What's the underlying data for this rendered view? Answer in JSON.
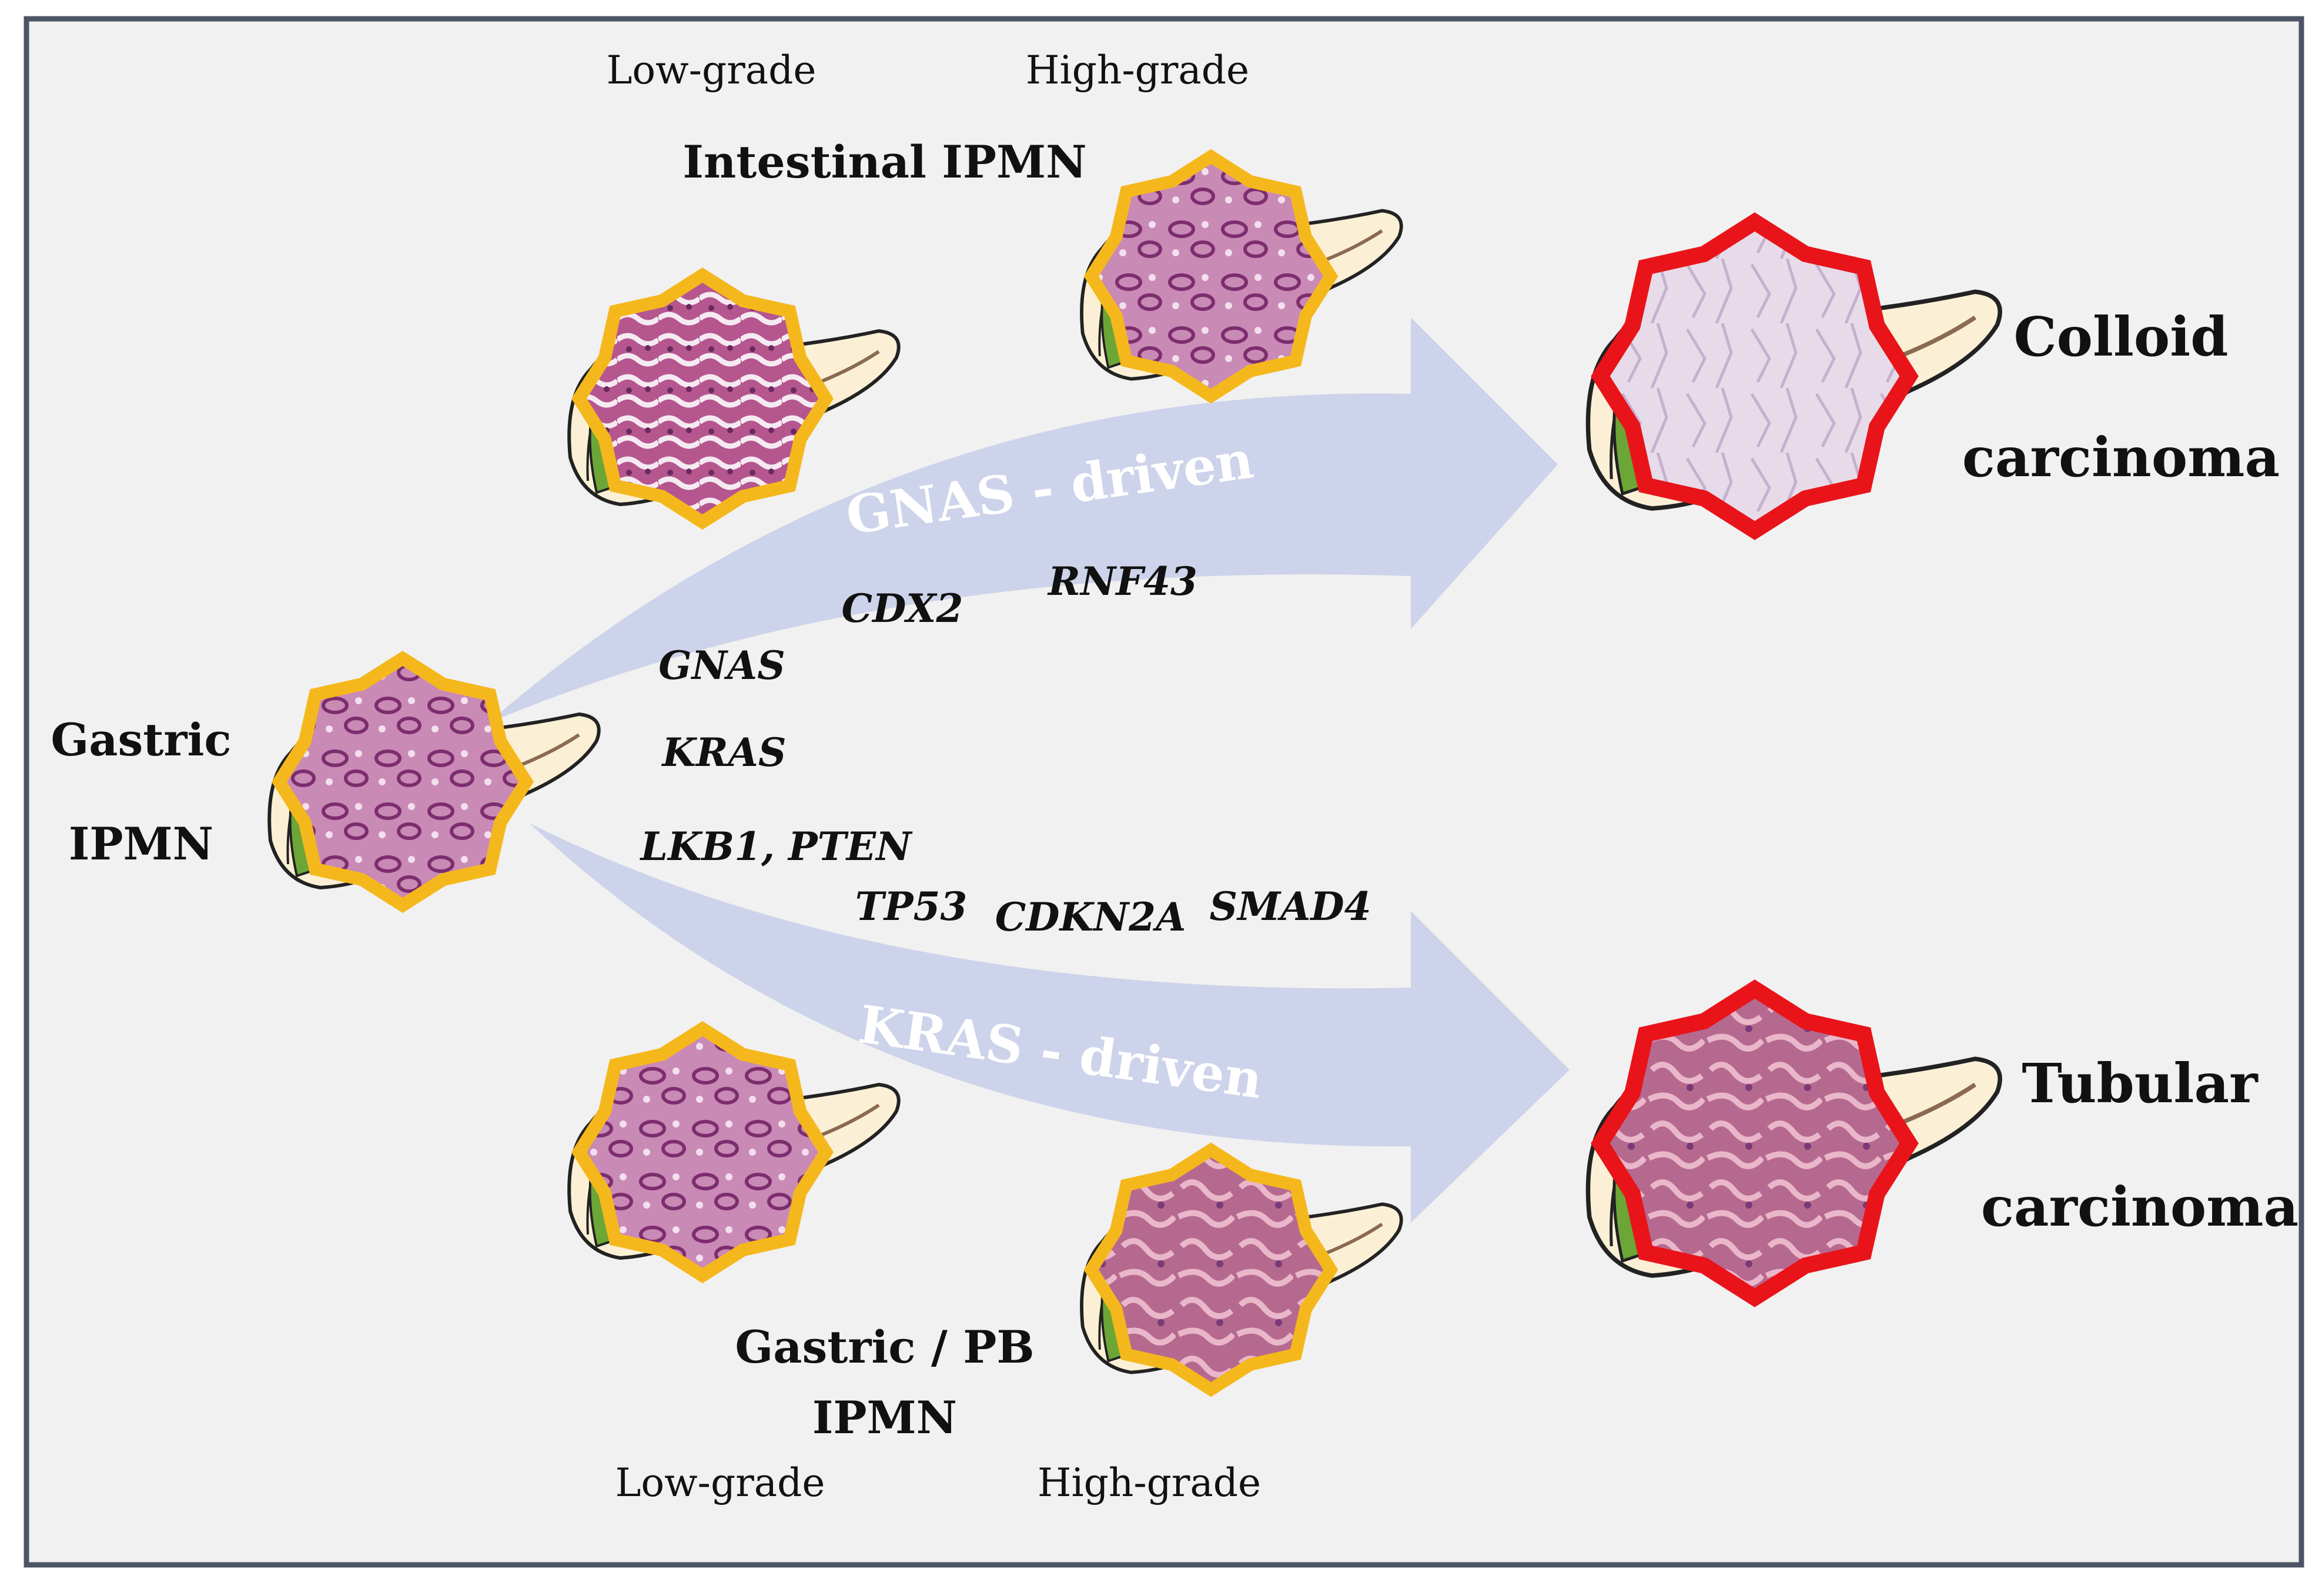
{
  "colors": {
    "background": "#f1f1f1",
    "frame": "#4c5563",
    "arrow": "#cdd3ea",
    "lesion_border": "#f5b81c",
    "carcinoma_border": "#e8141a",
    "tissue": "#b5568f",
    "pancreas": "#fbf0d6",
    "duct": "#6ca636"
  },
  "grade_labels": {
    "top_low": "Low-grade",
    "top_high": "High-grade",
    "bottom_low": "Low-grade",
    "bottom_high": "High-grade"
  },
  "lesions": {
    "intestinal": "Intestinal IPMN",
    "gastric_line1": "Gastric",
    "gastric_line2": "IPMN",
    "gastric_pb_line1": "Gastric / PB",
    "gastric_pb_line2": "IPMN"
  },
  "outcomes": {
    "colloid_line1": "Colloid",
    "colloid_line2": "carcinoma",
    "tubular_line1": "Tubular",
    "tubular_line2": "carcinoma"
  },
  "pathways": {
    "gnas": "GNAS - driven",
    "kras": "KRAS - driven"
  },
  "genes": {
    "cdx2": "CDX2",
    "rnf43": "RNF43",
    "gnas": "GNAS",
    "kras": "KRAS",
    "lkb1_pten": "LKB1, PTEN",
    "tp53": "TP53",
    "cdkn2a": "CDKN2A",
    "smad4": "SMAD4"
  },
  "icons": [
    "pancreas-icon",
    "histology-image",
    "curved-arrow"
  ]
}
